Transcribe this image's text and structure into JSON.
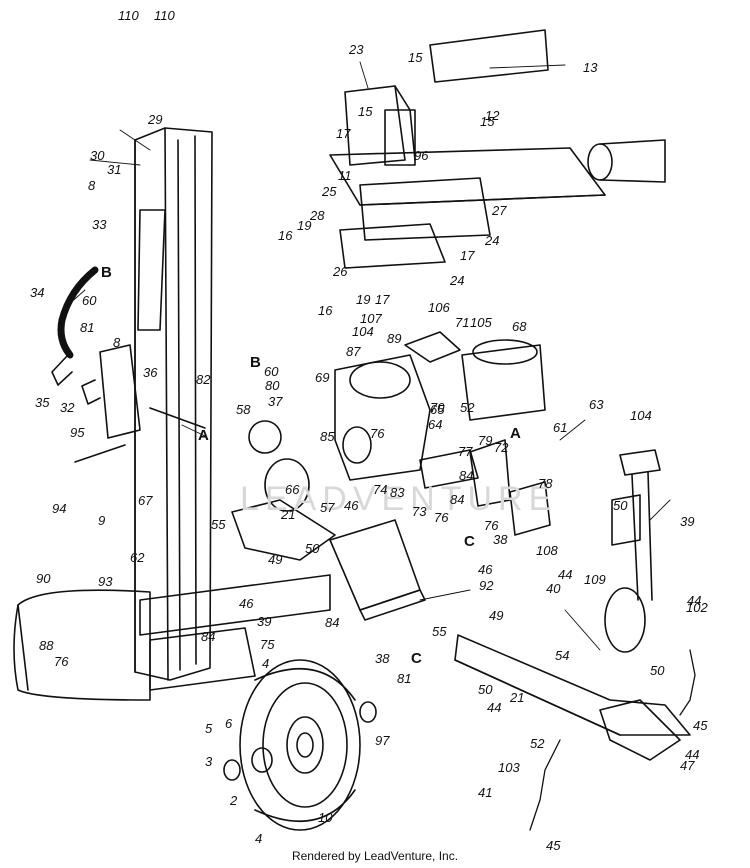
{
  "credit": "Rendered by LeadVenture, Inc.",
  "watermark": "LEADVENTURE",
  "callouts": [
    "2",
    "3",
    "4",
    "4",
    "5",
    "6",
    "8",
    "8",
    "9",
    "10",
    "11",
    "12",
    "13",
    "15",
    "15",
    "15",
    "16",
    "16",
    "17",
    "17",
    "17",
    "19",
    "19",
    "21",
    "21",
    "23",
    "24",
    "24",
    "25",
    "26",
    "27",
    "28",
    "29",
    "30",
    "31",
    "32",
    "33",
    "34",
    "35",
    "36",
    "37",
    "38",
    "38",
    "39",
    "39",
    "40",
    "41",
    "44",
    "44",
    "44",
    "44",
    "45",
    "45",
    "46",
    "46",
    "46",
    "47",
    "49",
    "49",
    "50",
    "50",
    "50",
    "50",
    "52",
    "52",
    "54",
    "55",
    "55",
    "57",
    "58",
    "60",
    "60",
    "61",
    "62",
    "63",
    "64",
    "65",
    "66",
    "67",
    "68",
    "69",
    "70",
    "71",
    "72",
    "73",
    "74",
    "75",
    "76",
    "76",
    "76",
    "76",
    "77",
    "78",
    "79",
    "80",
    "81",
    "81",
    "82",
    "83",
    "84",
    "84",
    "84",
    "84",
    "85",
    "87",
    "88",
    "89",
    "90",
    "92",
    "93",
    "94",
    "95",
    "96",
    "97",
    "102",
    "103",
    "104",
    "104",
    "105",
    "106",
    "107",
    "108",
    "109",
    "110",
    "110"
  ],
  "letters": [
    "A",
    "A",
    "B",
    "B",
    "C",
    "C"
  ]
}
